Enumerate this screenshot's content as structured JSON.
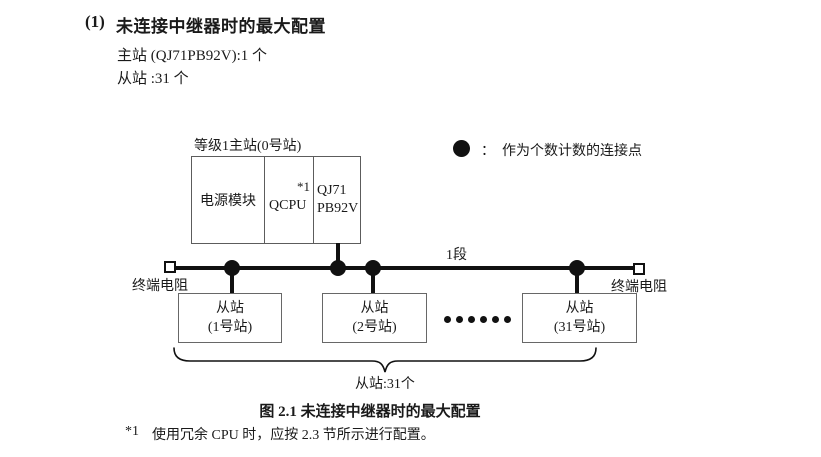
{
  "page": {
    "heading_number": "(1)",
    "heading": "未连接中继器时的最大配置",
    "master_count_line": "主站 (QJ71PB92V):1 个",
    "slave_count_line": "从站 :31 个"
  },
  "diagram": {
    "master_label": "等级1主站(0号站)",
    "master_modules": {
      "power": "电源模块",
      "cpu": "QCPU",
      "cpu_note": "*1",
      "pb92v_line1": "QJ71",
      "pb92v_line2": "PB92V"
    },
    "legend_text": "：  作为个数计数的连接点",
    "segment_label": "1段",
    "terminator_left": "终端电阻",
    "terminator_right": "终端电阻",
    "slaves": [
      {
        "line1": "从站",
        "line2": "(1号站)"
      },
      {
        "line1": "从站",
        "line2": "(2号站)"
      },
      {
        "line1": "从站",
        "line2": "(31号站)"
      }
    ],
    "brace_label": "从站:31个"
  },
  "caption": "图 2.1 未连接中继器时的最大配置",
  "footnote": {
    "marker": "*1",
    "text": "使用冗余 CPU 时，应按 2.3 节所示进行配置。"
  },
  "colors": {
    "line": "#111111",
    "box_border": "#5c5c5c",
    "text": "#1a1a1a",
    "background": "#ffffff"
  }
}
